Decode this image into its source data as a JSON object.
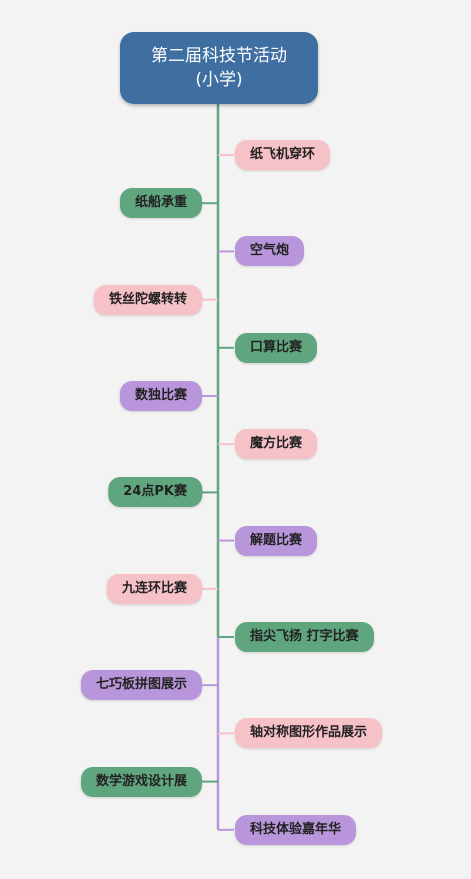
{
  "root": {
    "line1": "第二届科技节活动",
    "line2": "(小学)"
  },
  "colors": {
    "pink": "#f6c1c7",
    "green": "#5fa67f",
    "purple": "#b996db",
    "root": "#3f6fa1"
  },
  "branches": [
    {
      "label": "纸飞机穿环",
      "side": "right",
      "color": "pink"
    },
    {
      "label": "纸船承重",
      "side": "left",
      "color": "green"
    },
    {
      "label": "空气炮",
      "side": "right",
      "color": "purple"
    },
    {
      "label": "铁丝陀螺转转",
      "side": "left",
      "color": "pink"
    },
    {
      "label": "口算比赛",
      "side": "right",
      "color": "green"
    },
    {
      "label": "数独比赛",
      "side": "left",
      "color": "purple"
    },
    {
      "label": "魔方比赛",
      "side": "right",
      "color": "pink"
    },
    {
      "label": "24点PK赛",
      "side": "left",
      "color": "green"
    },
    {
      "label": "解题比赛",
      "side": "right",
      "color": "purple"
    },
    {
      "label": "九连环比赛",
      "side": "left",
      "color": "pink"
    },
    {
      "label": "指尖飞扬 打字比赛",
      "side": "right",
      "color": "green"
    },
    {
      "label": "七巧板拼图展示",
      "side": "left",
      "color": "purple"
    },
    {
      "label": "轴对称图形作品展示",
      "side": "right",
      "color": "pink"
    },
    {
      "label": "数学游戏设计展",
      "side": "left",
      "color": "green"
    },
    {
      "label": "科技体验嘉年华",
      "side": "right",
      "color": "purple"
    }
  ]
}
